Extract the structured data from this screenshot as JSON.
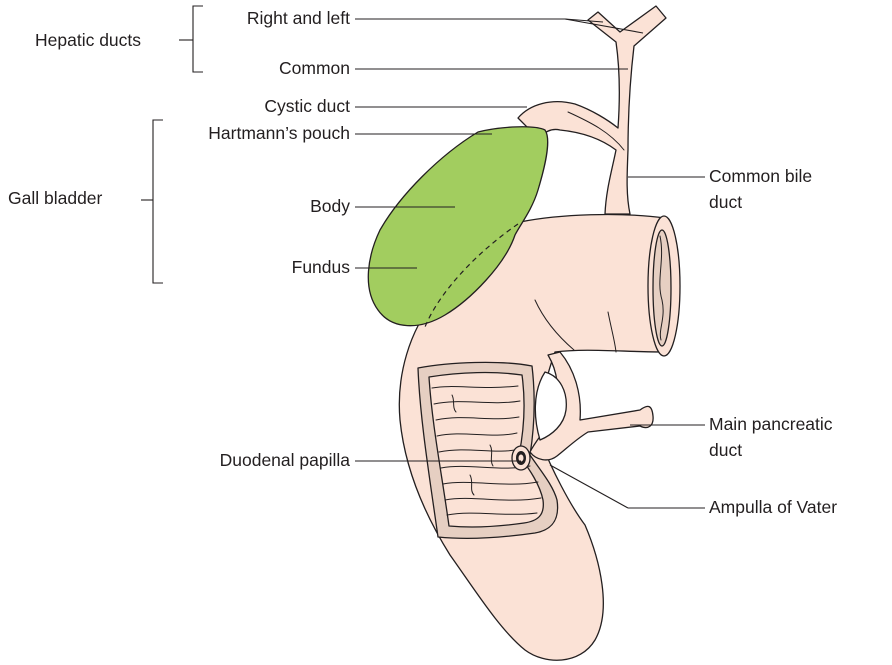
{
  "colors": {
    "tissue": "#fbe2d6",
    "gall_bladder": "#a2cd5f",
    "mucosa_frame": "#e6cfc2",
    "outline": "#231f20",
    "background": "#ffffff"
  },
  "labels": {
    "hepatic_ducts": "Hepatic ducts",
    "right_and_left": "Right and left",
    "common": "Common",
    "cystic_duct": "Cystic duct",
    "hartmanns_pouch": "Hartmann’s pouch",
    "gall_bladder": "Gall bladder",
    "body": "Body",
    "fundus": "Fundus",
    "common_bile_duct_1": "Common bile",
    "common_bile_duct_2": "duct",
    "main_pancreatic_duct_1": "Main pancreatic",
    "main_pancreatic_duct_2": "duct",
    "duodenal_papilla": "Duodenal papilla",
    "ampulla_of_vater": "Ampulla of Vater"
  }
}
